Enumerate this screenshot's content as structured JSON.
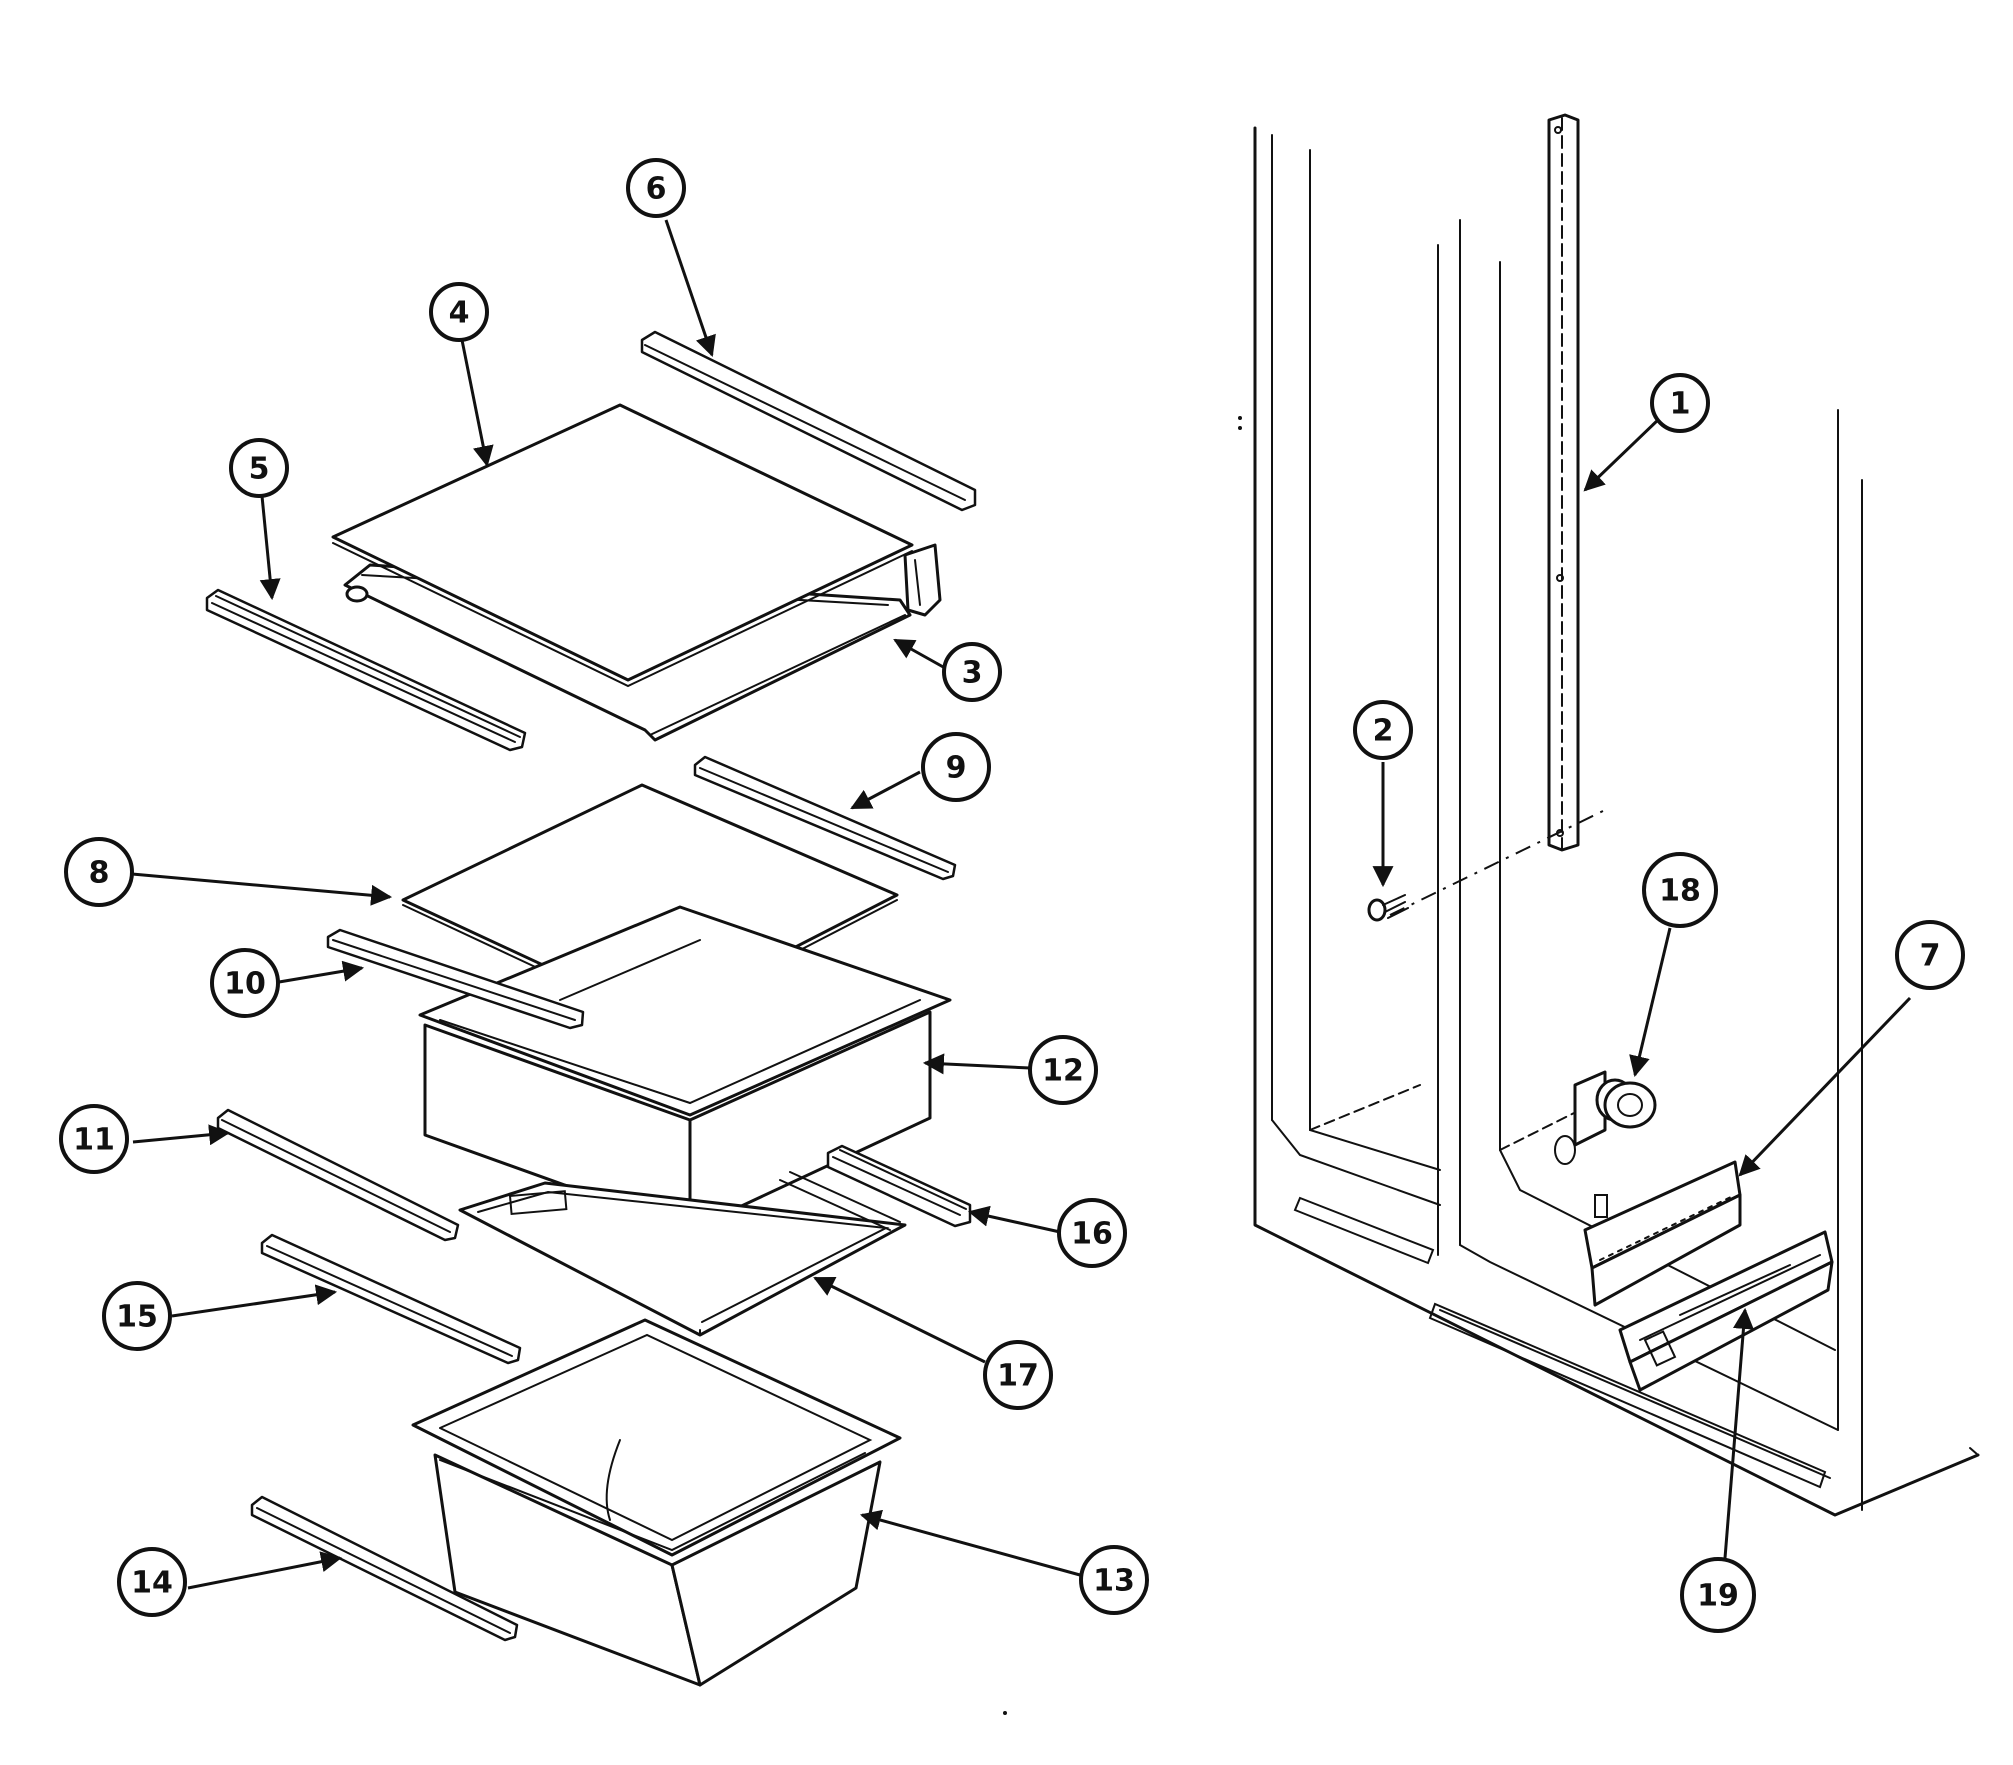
{
  "callouts": [
    {
      "id": "1",
      "label": "1"
    },
    {
      "id": "2",
      "label": "2"
    },
    {
      "id": "3",
      "label": "3"
    },
    {
      "id": "4",
      "label": "4"
    },
    {
      "id": "5",
      "label": "5"
    },
    {
      "id": "6",
      "label": "6"
    },
    {
      "id": "7",
      "label": "7"
    },
    {
      "id": "8",
      "label": "8"
    },
    {
      "id": "9",
      "label": "9"
    },
    {
      "id": "10",
      "label": "10"
    },
    {
      "id": "11",
      "label": "11"
    },
    {
      "id": "12",
      "label": "12"
    },
    {
      "id": "13",
      "label": "13"
    },
    {
      "id": "14",
      "label": "14"
    },
    {
      "id": "15",
      "label": "15"
    },
    {
      "id": "16",
      "label": "16"
    },
    {
      "id": "17",
      "label": "17"
    },
    {
      "id": "18",
      "label": "18"
    },
    {
      "id": "19",
      "label": "19"
    }
  ],
  "colors": {
    "line": "#111111",
    "background": "#ffffff"
  }
}
